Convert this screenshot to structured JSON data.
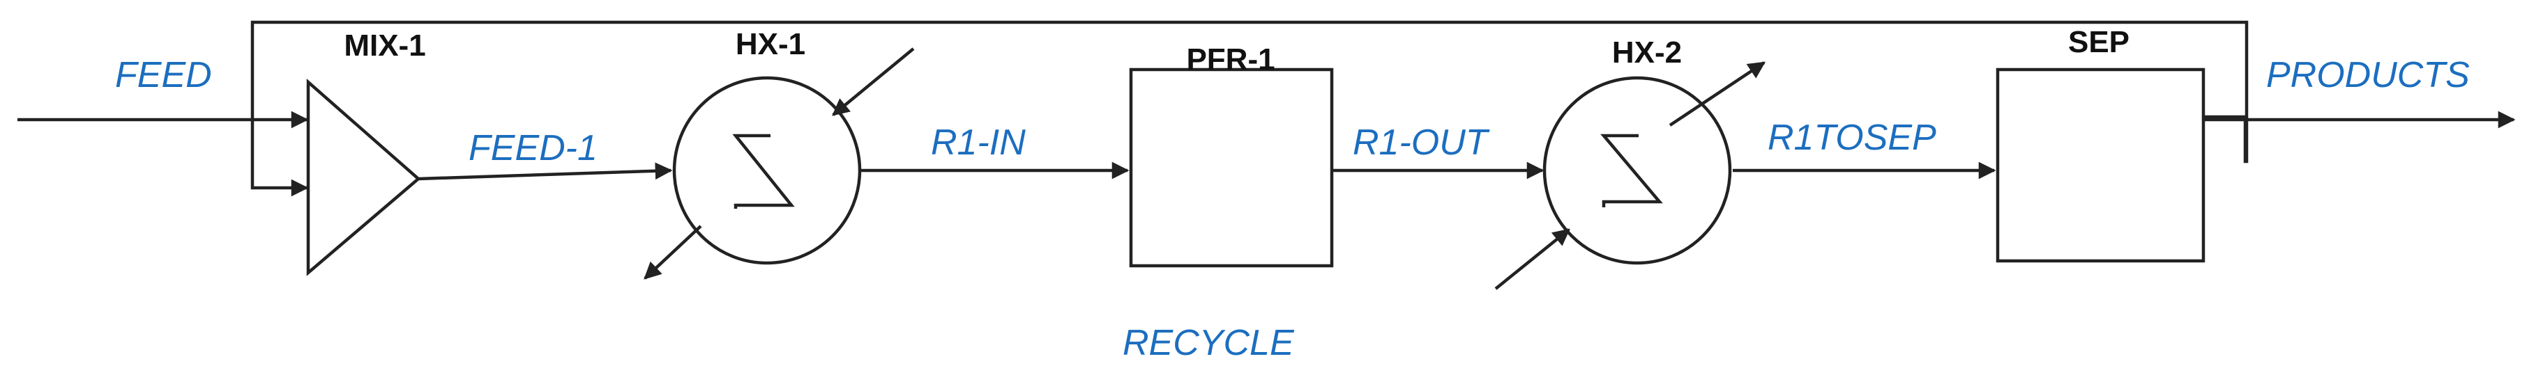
{
  "colors": {
    "line": "#222222",
    "stream_label": "#1c6ebf",
    "unit_label": "#111111"
  },
  "units": {
    "mixer": "MIX-1",
    "hx1": "HX-1",
    "reactor": "PFR-1",
    "hx2": "HX-2",
    "separator": "SEP"
  },
  "streams": {
    "feed": "FEED",
    "feed1": "FEED-1",
    "r1_in": "R1-IN",
    "r1_out": "R1-OUT",
    "r1tosep": "R1TOSEP",
    "products": "PRODUCTS",
    "recycle": "RECYCLE"
  }
}
